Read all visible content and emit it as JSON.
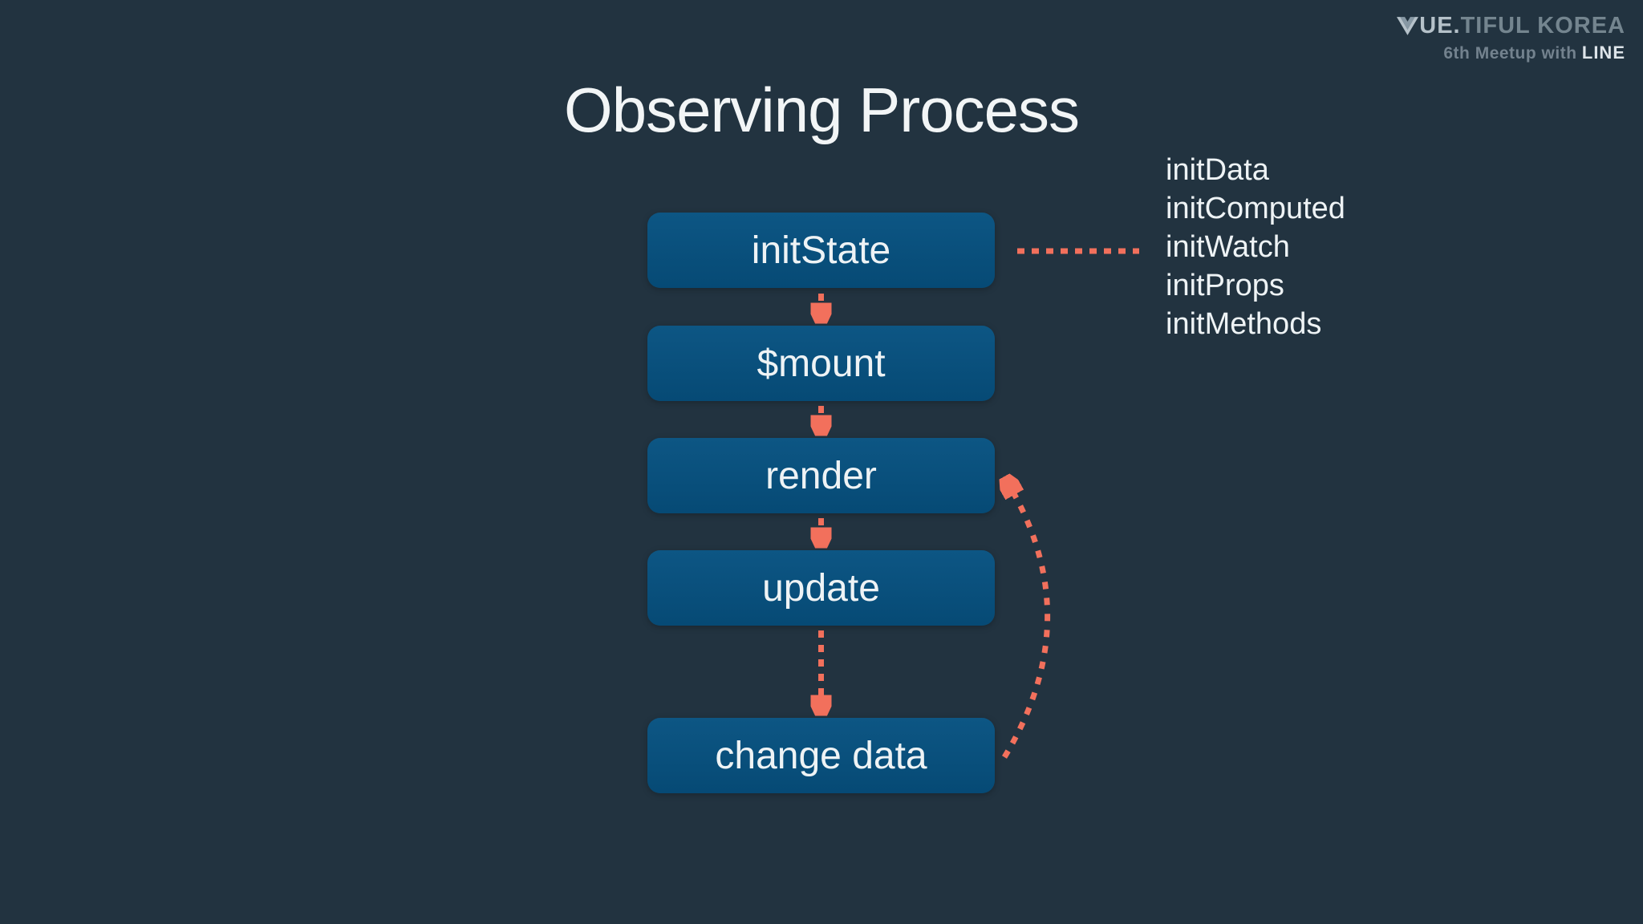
{
  "slide": {
    "title": "Observing Process"
  },
  "logo": {
    "icon": "vue-chevron-icon",
    "brand_light": "UE.",
    "brand_gray": "TIFUL KOREA",
    "subtitle_text": "6th Meetup with ",
    "subtitle_brand": "LINE"
  },
  "flow": {
    "boxes": [
      {
        "label": "initState"
      },
      {
        "label": "$mount"
      },
      {
        "label": "render"
      },
      {
        "label": "update"
      },
      {
        "label": "change data"
      }
    ]
  },
  "init_list": {
    "items": [
      "initData",
      "initComputed",
      "initWatch",
      "initProps",
      "initMethods"
    ]
  },
  "colors": {
    "background": "#223340",
    "box_blue": "#0a5180",
    "accent_coral": "#f2705c",
    "text_white": "#f2f5f6"
  }
}
